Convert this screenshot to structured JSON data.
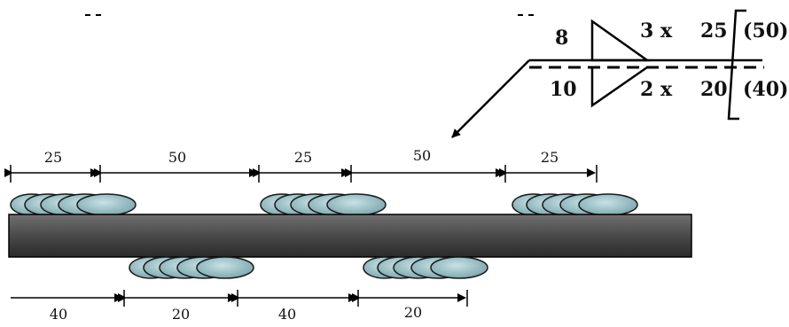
{
  "welding_symbol": {
    "arrow_side": {
      "size": "8",
      "count_length": "3 x",
      "length": "25",
      "pitch": "(50)"
    },
    "other_side": {
      "size": "10",
      "count_length": "2 x",
      "length": "20",
      "pitch": "(40)"
    }
  },
  "top_dimensions": [
    "25",
    "50",
    "25",
    "50",
    "25"
  ],
  "bottom_dimensions": [
    "40",
    "20",
    "40",
    "20"
  ],
  "colors": {
    "plate_gradient_top": "#6e6e6e",
    "plate_gradient_bottom": "#2a2a2a",
    "weld_bead_fill": "#9cc3c8",
    "line": "#000000"
  }
}
